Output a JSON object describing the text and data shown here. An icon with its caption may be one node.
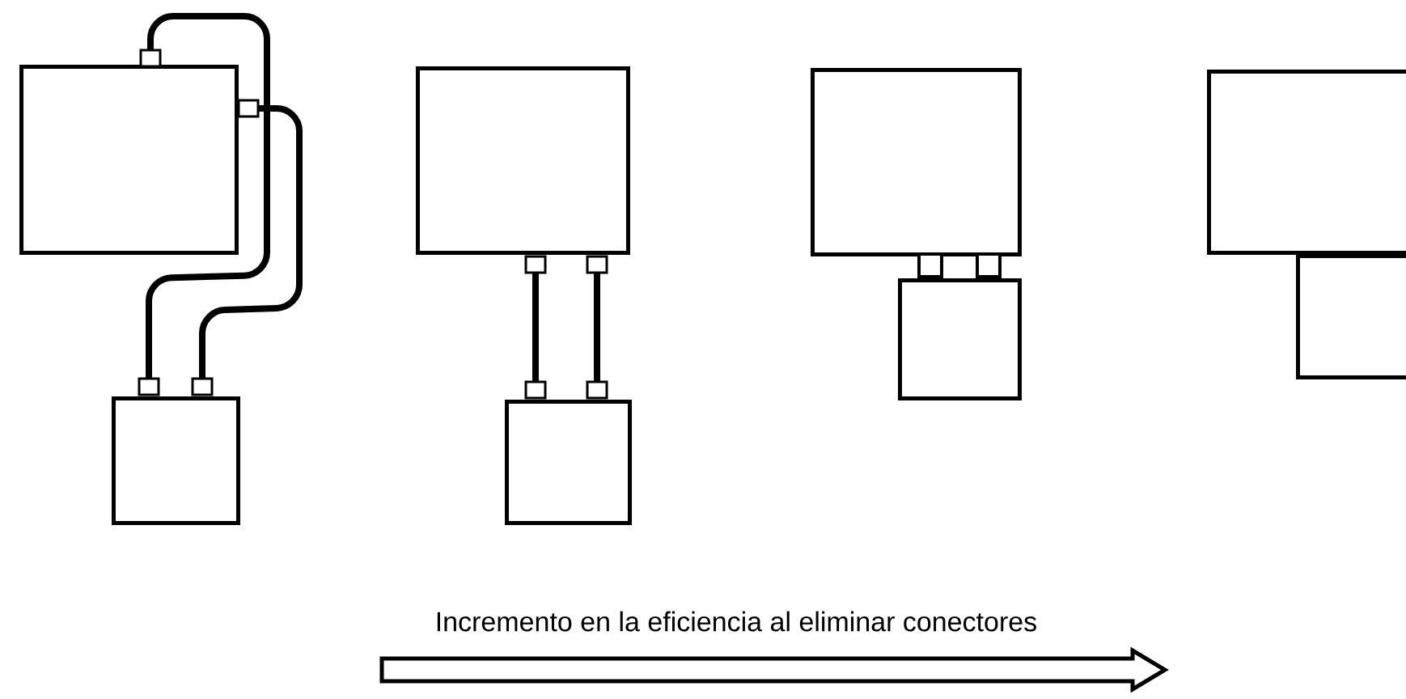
{
  "diagram": {
    "nodes": [
      {
        "text": [],
        "shape": "box"
      },
      {
        "text": [],
        "shape": "box"
      },
      {
        "text": [],
        "shape": "box"
      },
      {
        "text": [],
        "shape": "box"
      },
      {
        "text": [],
        "shape": "box"
      },
      {
        "text": [],
        "shape": "box"
      },
      {
        "text": [],
        "shape": "box"
      },
      {
        "text": [],
        "shape": "box"
      }
    ],
    "edges": [
      {
        "from": 0,
        "to": 1,
        "arrow": "other"
      },
      {
        "from": 0,
        "to": 1,
        "arrow": "other"
      },
      {
        "from": 2,
        "to": 3,
        "arrow": "other"
      },
      {
        "from": 2,
        "to": 3,
        "arrow": "other"
      }
    ],
    "labels": [
      "Incremento en la eficiencia al eliminar conectores"
    ]
  }
}
